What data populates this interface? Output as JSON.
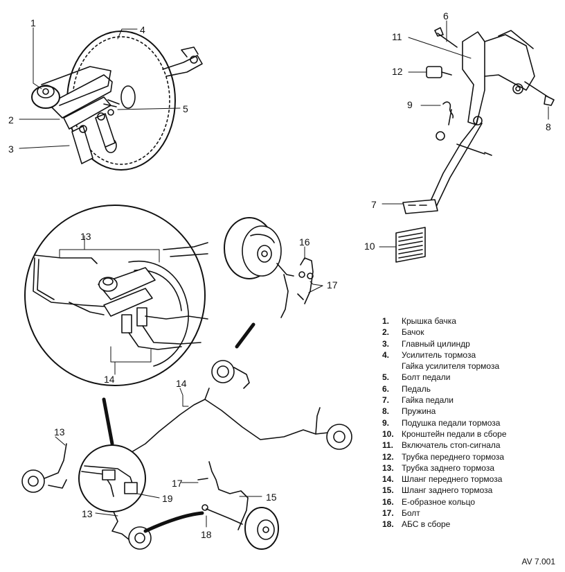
{
  "callouts": [
    "1",
    "2",
    "3",
    "4",
    "5",
    "6",
    "7",
    "8",
    "9",
    "10",
    "11",
    "12",
    "13",
    "14",
    "16",
    "17",
    "14",
    "13",
    "17",
    "15",
    "13",
    "19",
    "18"
  ],
  "legend": [
    {
      "num": "1.",
      "text": "Крышка бачка"
    },
    {
      "num": "2.",
      "text": "Бачок"
    },
    {
      "num": "3.",
      "text": "Главный цилиндр"
    },
    {
      "num": "4.",
      "text": "Усилитель тормоза"
    },
    {
      "num": "",
      "text": "Гайка усилителя тормоза"
    },
    {
      "num": "5.",
      "text": "Болт педали"
    },
    {
      "num": "6.",
      "text": "Педаль"
    },
    {
      "num": "7.",
      "text": "Гайка педали"
    },
    {
      "num": "8.",
      "text": "Пружина"
    },
    {
      "num": "9.",
      "text": "Подушка педали тормоза"
    },
    {
      "num": "10.",
      "text": "Кронштейн педали в сборе"
    },
    {
      "num": "11.",
      "text": "Включатель стоп-сигнала"
    },
    {
      "num": "12.",
      "text": "Трубка переднего тормоза"
    },
    {
      "num": "13.",
      "text": "Трубка заднего тормоза"
    },
    {
      "num": "14.",
      "text": "Шланг переднего тормоза"
    },
    {
      "num": "15.",
      "text": "Шланг заднего тормоза"
    },
    {
      "num": "16.",
      "text": "Е-образное кольцо"
    },
    {
      "num": "17.",
      "text": "Болт"
    },
    {
      "num": "18.",
      "text": "АБС в сборе"
    }
  ],
  "figure_code": "AV 7.001"
}
